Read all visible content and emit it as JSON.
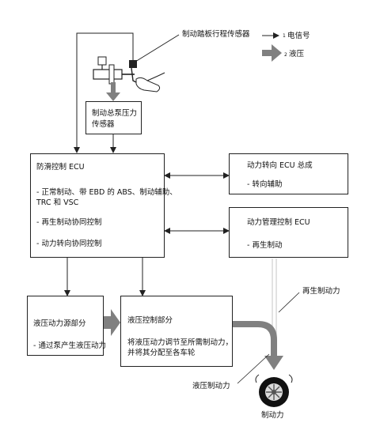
{
  "legend": {
    "electric_signal": "电信号",
    "hydraulic": "液压",
    "marker_1": "1",
    "marker_2": "2"
  },
  "pedal_sensor_label": "制动踏板行程传感器",
  "master_cylinder_sensor": {
    "line1": "制动总泵压力",
    "line2": "传感器"
  },
  "skid_ecu": {
    "title": "防滑控制 ECU",
    "item1_line1": "- 正常制动、带 EBD 的 ABS、制动辅助、",
    "item1_line2": "TRC 和 VSC",
    "item2": "- 再生制动协同控制",
    "item3": "- 动力转向协同控制"
  },
  "steering_ecu": {
    "title": "动力转向 ECU 总成",
    "item1": "- 转向辅助"
  },
  "power_mgmt_ecu": {
    "title": "动力管理控制 ECU",
    "item1": "- 再生制动"
  },
  "hydraulic_source": {
    "title": "液压动力源部分",
    "item1": "- 通过泵产生液压动力"
  },
  "hydraulic_control": {
    "title": "液压控制部分",
    "line1": "将液压动力调节至所需制动力，",
    "line2": "并将其分配至各车轮"
  },
  "regen_braking_force": "再生制动力",
  "hydraulic_braking_force": "液压制动力",
  "braking_force": "制动力",
  "colors": {
    "line": "#222222",
    "hydraulic_arrow": "#808080",
    "regen_line": "#cfcfcf"
  }
}
